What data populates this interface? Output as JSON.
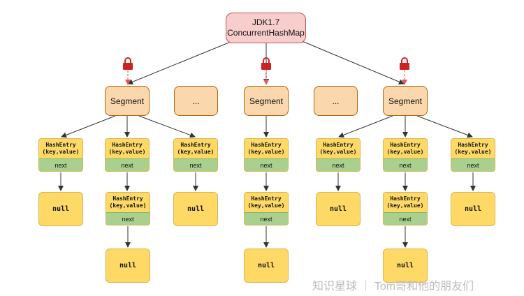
{
  "root": {
    "line1": "JDK1.7",
    "line2": "ConcurrentHashMap"
  },
  "segment_label": "Segment",
  "ellipsis_label": "...",
  "entry": {
    "title": "HashEntry",
    "fields": "(key,value)",
    "next_label": "next"
  },
  "null_label": "null",
  "watermark": "知识星球 ｜ Tom哥和他的朋友们",
  "colors": {
    "root_fill": "#f8cecc",
    "segment_fill": "#fad7ac",
    "entry_fill": "#ffd966",
    "next_fill": "#a9d08e",
    "lock": "#cc2222",
    "arrow": "#333333"
  }
}
